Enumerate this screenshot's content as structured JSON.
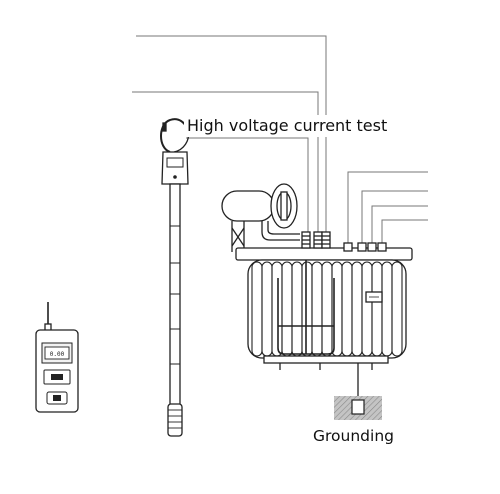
{
  "labels": {
    "high_voltage_current_test": "High voltage current test",
    "grounding": "Grounding"
  },
  "meter": {
    "display_reading": "0.00"
  },
  "colors": {
    "line": "#222222",
    "wire": "#777777",
    "ground_fill": "#bbbbbb",
    "display_bg": "#f2f2f2"
  },
  "icons": [
    "clamp-meter-icon",
    "insulated-hot-stick-icon",
    "power-transformer-icon",
    "handheld-receiver-icon",
    "ground-electrode-icon"
  ]
}
